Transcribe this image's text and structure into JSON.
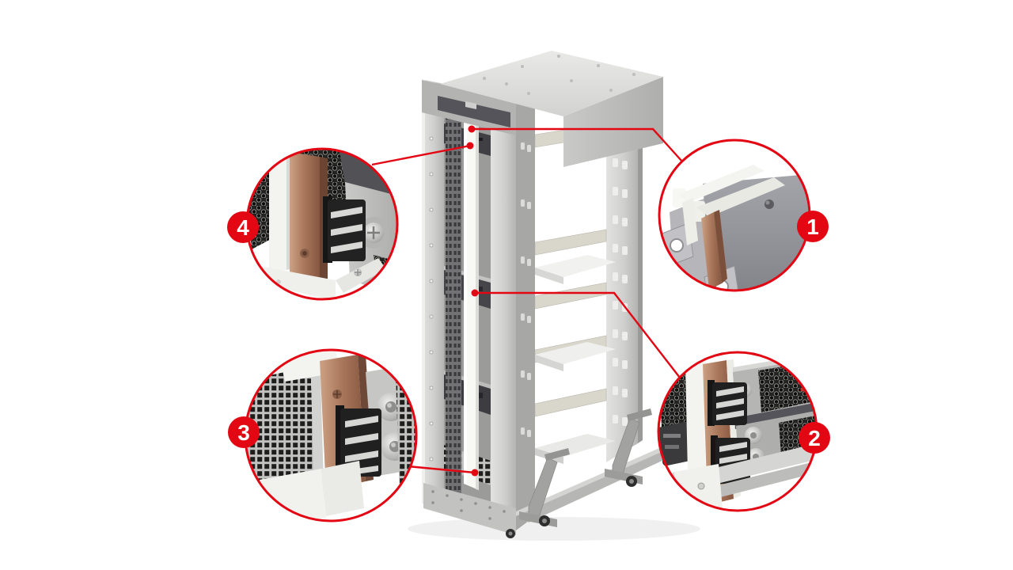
{
  "figure": {
    "type": "technical-callout-diagram",
    "subject": "open-frame server rack with vertical busbar power system and four detail callouts",
    "background": "#ffffff"
  },
  "colors": {
    "accent": "#e30613",
    "badge_text": "#ffffff",
    "copper": "#a9745a",
    "metal_light": "#d8d8d6",
    "metal_dark": "#8f8f8d",
    "white_profile": "#f5f5f1"
  },
  "callouts": [
    {
      "number": "1",
      "position": "top-right",
      "subject": "busbar-rail-profile-end-view"
    },
    {
      "number": "2",
      "position": "bottom-right",
      "subject": "busbar-tap-connectors-at-server-power-modules"
    },
    {
      "number": "3",
      "position": "bottom-left",
      "subject": "busbar-clamp-connector-with-mesh-panels"
    },
    {
      "number": "4",
      "position": "top-left",
      "subject": "busbar-clamp-connector-upper-detail"
    }
  ]
}
